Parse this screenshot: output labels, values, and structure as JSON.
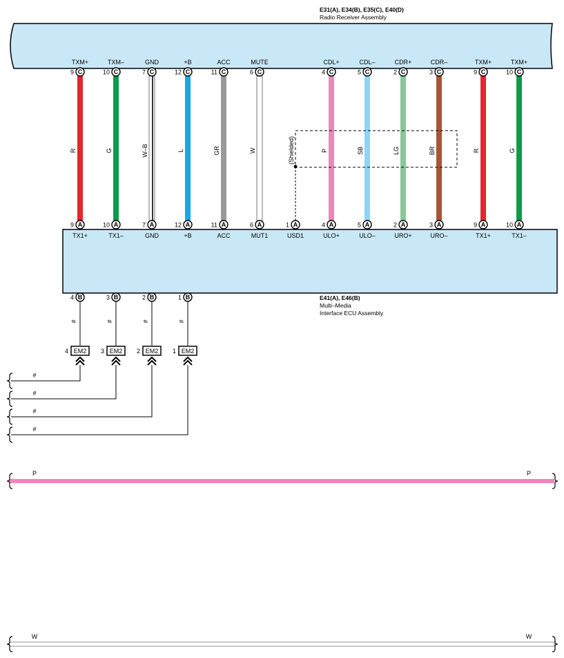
{
  "colors": {
    "assembly_fill": "#c9e8f7",
    "R": "#e3262b",
    "G": "#0a9c4a",
    "W-B": "#ffffff",
    "L": "#1aa7e6",
    "GR": "#9a9a9a",
    "W": "#ffffff",
    "P": "#ee86bb",
    "SB": "#8fd4f3",
    "LG": "#86c99a",
    "BR": "#a85535"
  },
  "radio": {
    "codes": "E31(A), E34(B), E35(C), E40(D)",
    "name": "Radio Receiver Assembly",
    "pins": [
      {
        "num": "9",
        "conn": "C",
        "name": "TXM+"
      },
      {
        "num": "10",
        "conn": "C",
        "name": "TXM–"
      },
      {
        "num": "7",
        "conn": "C",
        "name": "GND"
      },
      {
        "num": "12",
        "conn": "C",
        "name": "+B"
      },
      {
        "num": "11",
        "conn": "C",
        "name": "ACC"
      },
      {
        "num": "6",
        "conn": "C",
        "name": "MUTE"
      },
      {
        "num": "4",
        "conn": "C",
        "name": "CDL+"
      },
      {
        "num": "5",
        "conn": "C",
        "name": "CDL–"
      },
      {
        "num": "2",
        "conn": "C",
        "name": "CDR+"
      },
      {
        "num": "3",
        "conn": "C",
        "name": "CDR–"
      },
      {
        "num": "9",
        "conn": "C",
        "name": "TXM+"
      },
      {
        "num": "10",
        "conn": "C",
        "name": "TXM+"
      }
    ]
  },
  "ecu": {
    "codes": "E41(A), E46(B)",
    "name_line1": "Multi–Media",
    "name_line2": "Interface ECU Assembly",
    "top_pins": [
      {
        "num": "9",
        "conn": "A",
        "name": "TX1+"
      },
      {
        "num": "10",
        "conn": "A",
        "name": "TX1–"
      },
      {
        "num": "7",
        "conn": "A",
        "name": "GND"
      },
      {
        "num": "12",
        "conn": "A",
        "name": "+B"
      },
      {
        "num": "11",
        "conn": "A",
        "name": "ACC"
      },
      {
        "num": "6",
        "conn": "A",
        "name": "MUT1"
      },
      {
        "num": "1",
        "conn": "A",
        "name": "USD1"
      },
      {
        "num": "4",
        "conn": "A",
        "name": "ULO+"
      },
      {
        "num": "5",
        "conn": "A",
        "name": "ULO–"
      },
      {
        "num": "2",
        "conn": "A",
        "name": "URO+"
      },
      {
        "num": "3",
        "conn": "A",
        "name": "URO–"
      },
      {
        "num": "9",
        "conn": "A",
        "name": "TX1+"
      },
      {
        "num": "10",
        "conn": "A",
        "name": "TX1–"
      }
    ],
    "bottom_pins": [
      {
        "num": "4",
        "conn": "B"
      },
      {
        "num": "3",
        "conn": "B"
      },
      {
        "num": "2",
        "conn": "B"
      },
      {
        "num": "1",
        "conn": "B"
      }
    ]
  },
  "wires": [
    {
      "code": "R"
    },
    {
      "code": "G"
    },
    {
      "code": "W-B"
    },
    {
      "code": "L"
    },
    {
      "code": "GR"
    },
    {
      "code": "W"
    },
    {
      "code": "(Shielded)"
    },
    {
      "code": "P"
    },
    {
      "code": "SB"
    },
    {
      "code": "LG"
    },
    {
      "code": "BR"
    },
    {
      "code": "R"
    },
    {
      "code": "G"
    }
  ],
  "w_b_label": "W–B",
  "em2": {
    "name": "EM2",
    "pins": [
      "4",
      "3",
      "2",
      "1"
    ],
    "wire_mark": "#"
  },
  "harness": [
    {
      "color_key": "P",
      "label": "P"
    },
    {
      "color_key": "W",
      "label": "W"
    }
  ]
}
